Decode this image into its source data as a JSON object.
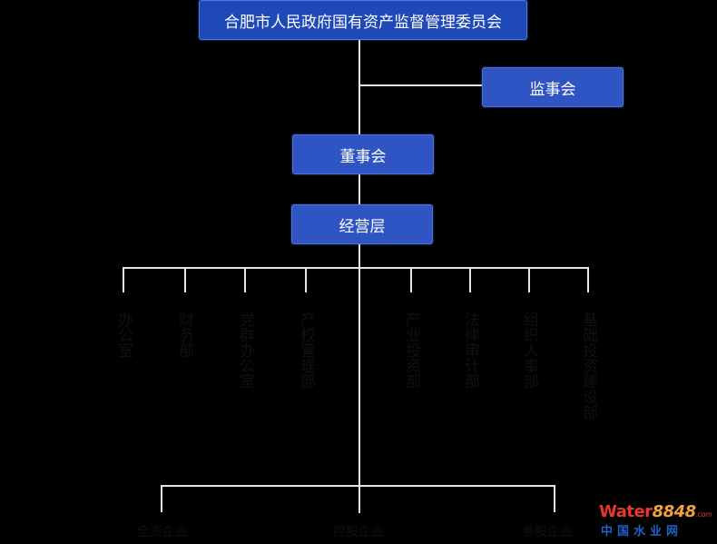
{
  "nodes": {
    "commission": "合肥市人民政府国有资产监督管理委员会",
    "supervisory_board": "监事会",
    "board": "董事会",
    "management": "经营层"
  },
  "departments": [
    "办公室",
    "财务部",
    "党群办公室",
    "产权管理部",
    "产业投资部",
    "法律审计部",
    "组织人事部",
    "基础投资建设部"
  ],
  "enterprises": {
    "wholly_owned": "全资企业",
    "holding": "控股企业",
    "participating": "参股企业"
  },
  "watermark": {
    "prefix": "W",
    "suffix": "ater",
    "number": "8848",
    "tld": ".com",
    "subtitle": "中国水业网"
  }
}
